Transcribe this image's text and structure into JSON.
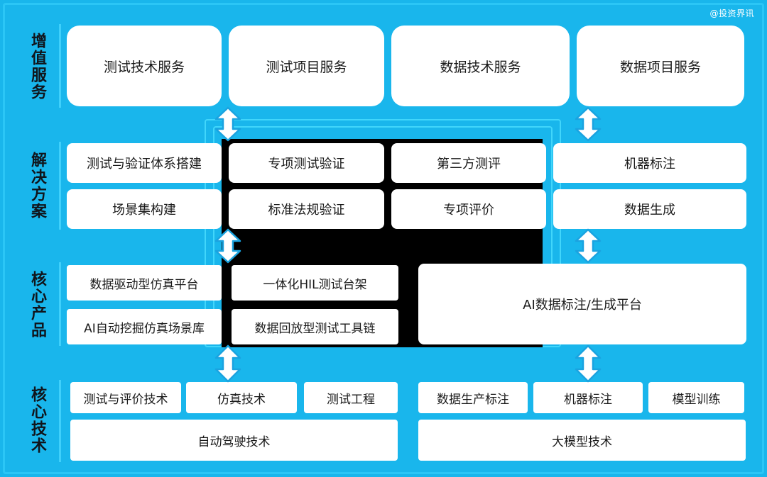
{
  "watermark": "@投资界讯",
  "tiers": {
    "value_services": {
      "label": "增值服务",
      "items": [
        "测试技术服务",
        "测试项目服务",
        "数据技术服务",
        "数据项目服务"
      ]
    },
    "solutions": {
      "label": "解决方案",
      "row1": [
        "测试与验证体系搭建",
        "专项测试验证",
        "第三方测评",
        "机器标注"
      ],
      "row2": [
        "场景集构建",
        "标准法规验证",
        "专项评价",
        "数据生成"
      ]
    },
    "core_products": {
      "label": "核心产品",
      "items": [
        "数据驱动型仿真平台",
        "一体化HIL测试台架",
        "AI自动挖掘仿真场景库",
        "数据回放型测试工具链",
        "AI数据标注/生成平台"
      ]
    },
    "core_tech": {
      "label": "核心技术",
      "row1": [
        "测试与评价技术",
        "仿真技术",
        "测试工程",
        "数据生产标注",
        "机器标注",
        "模型训练"
      ],
      "row2": [
        "自动驾驶技术",
        "大模型技术"
      ]
    }
  },
  "colors": {
    "background": "#19b6ec",
    "box": "#ffffff",
    "center_panel": "#000000",
    "arrow_fill": "#ffffff",
    "arrow_stroke": "#1aa3e0"
  },
  "icons": [
    "double-arrow-icon"
  ]
}
